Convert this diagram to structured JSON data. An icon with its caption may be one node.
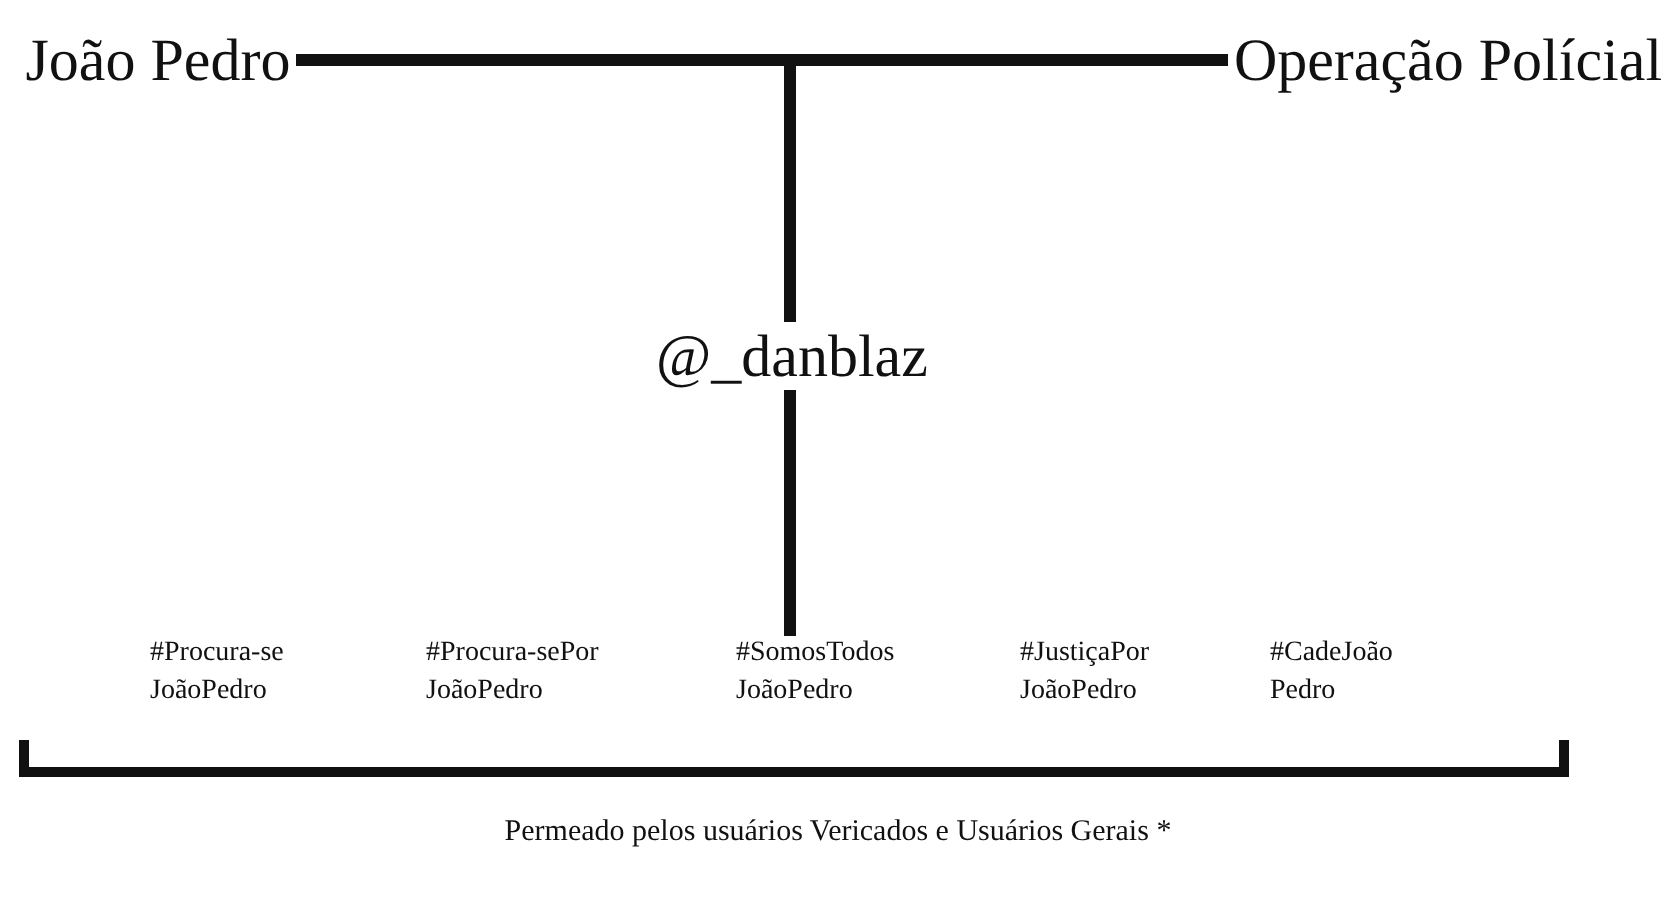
{
  "diagram": {
    "caption": "Permeado pelos usuários Vericados e Usuários Gerais *",
    "nodes": [
      {
        "text": [
          "João Pedro"
        ]
      },
      {
        "text": [
          "Operação Polícial"
        ]
      },
      {
        "text": [
          "@_danblaz"
        ]
      },
      {
        "text": [
          "#Procura-se JoãoPedro"
        ]
      },
      {
        "text": [
          "#Procura-sePor JoãoPedro"
        ]
      },
      {
        "text": [
          "#SomosTodos JoãoPedro"
        ]
      },
      {
        "text": [
          "#JustiçaPor JoãoPedro"
        ]
      },
      {
        "text": [
          "#CadeJoão Pedro"
        ]
      }
    ],
    "edges": [
      {
        "from": 0,
        "to": 1,
        "arrow": "none"
      },
      {
        "from": null,
        "to": 2,
        "arrow": "none"
      },
      {
        "from": 2,
        "to": 5,
        "arrow": "none"
      }
    ]
  }
}
